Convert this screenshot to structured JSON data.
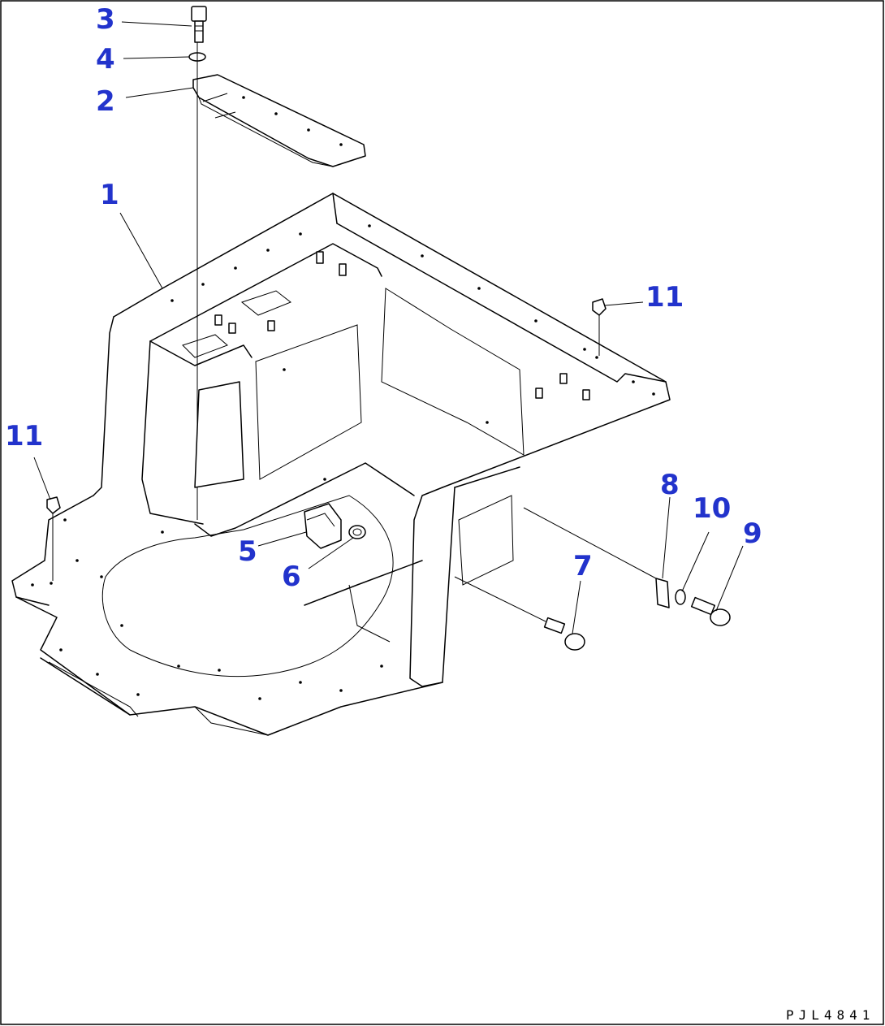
{
  "diagram": {
    "callouts": [
      {
        "id": "callout-1",
        "label": "1"
      },
      {
        "id": "callout-2",
        "label": "2"
      },
      {
        "id": "callout-3",
        "label": "3"
      },
      {
        "id": "callout-4",
        "label": "4"
      },
      {
        "id": "callout-5",
        "label": "5"
      },
      {
        "id": "callout-6",
        "label": "6"
      },
      {
        "id": "callout-7",
        "label": "7"
      },
      {
        "id": "callout-8",
        "label": "8"
      },
      {
        "id": "callout-9",
        "label": "9"
      },
      {
        "id": "callout-10",
        "label": "10"
      },
      {
        "id": "callout-11a",
        "label": "11"
      },
      {
        "id": "callout-11b",
        "label": "11"
      }
    ],
    "drawing_code": "PJL4841",
    "colors": {
      "callout": "#2233cc",
      "line": "#000000",
      "background": "#ffffff"
    }
  }
}
